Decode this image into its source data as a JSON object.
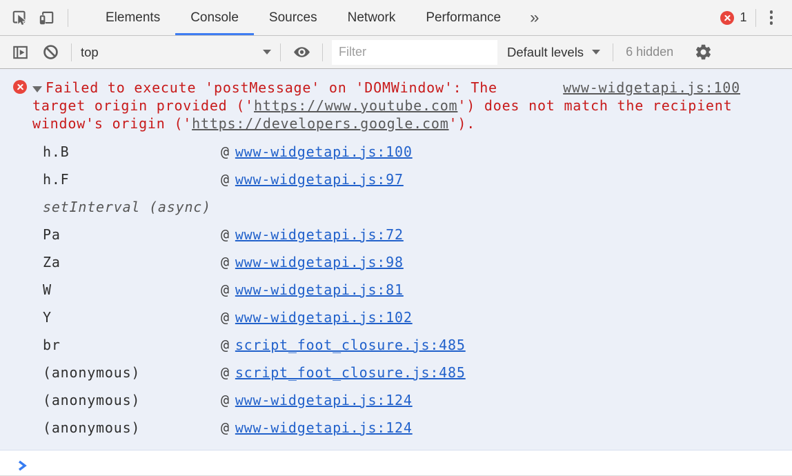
{
  "colors": {
    "toolbar_bg": "#F3F3F3",
    "tab_underline": "#3E7CF2",
    "badge_red": "#E8453C",
    "icon_gray": "#5F5F5F",
    "text_dark": "#333333",
    "muted_gray": "#8A8A8A",
    "error_bg": "#ECF0F8",
    "error_border": "#D7DFEE",
    "error_red": "#C81A1A",
    "link_blue": "#2161CB",
    "link_gray": "#5A5A5A",
    "prompt_blue": "#367CF2"
  },
  "tabbar": {
    "tabs": [
      "Elements",
      "Console",
      "Sources",
      "Network",
      "Performance"
    ],
    "active_tab": "Console",
    "more_tabs_symbol": "»",
    "error_count": "1"
  },
  "toolbar": {
    "context_selector": "top",
    "filter_placeholder": "Filter",
    "levels_selector": "Default levels",
    "hidden_count": "6 hidden"
  },
  "console": {
    "error": {
      "source_link": "www-widgetapi.js:100",
      "at_symbol": "@",
      "message_lines": [
        {
          "segments": [
            {
              "text": "Failed to execute 'postMessage' on 'DOMWindow': The"
            }
          ]
        },
        {
          "segments": [
            {
              "text": "target origin provided ('"
            },
            {
              "text": "https://www.youtube.com",
              "link": true
            },
            {
              "text": "') does not match the recipient"
            }
          ]
        },
        {
          "segments": [
            {
              "text": "window's origin ('"
            },
            {
              "text": "https://developers.google.com",
              "link": true
            },
            {
              "text": "')."
            }
          ]
        }
      ],
      "stack_frames": [
        {
          "fn": "h.B",
          "location": "www-widgetapi.js:100"
        },
        {
          "fn": "h.F",
          "location": "www-widgetapi.js:97"
        },
        {
          "fn": "setInterval (async)",
          "async": true
        },
        {
          "fn": "Pa",
          "location": "www-widgetapi.js:72"
        },
        {
          "fn": "Za",
          "location": "www-widgetapi.js:98"
        },
        {
          "fn": "W",
          "location": "www-widgetapi.js:81"
        },
        {
          "fn": "Y",
          "location": "www-widgetapi.js:102"
        },
        {
          "fn": "br",
          "location": "script_foot_closure.js:485"
        },
        {
          "fn": "(anonymous)",
          "location": "script_foot_closure.js:485"
        },
        {
          "fn": "(anonymous)",
          "location": "www-widgetapi.js:124"
        },
        {
          "fn": "(anonymous)",
          "location": "www-widgetapi.js:124"
        }
      ]
    }
  }
}
